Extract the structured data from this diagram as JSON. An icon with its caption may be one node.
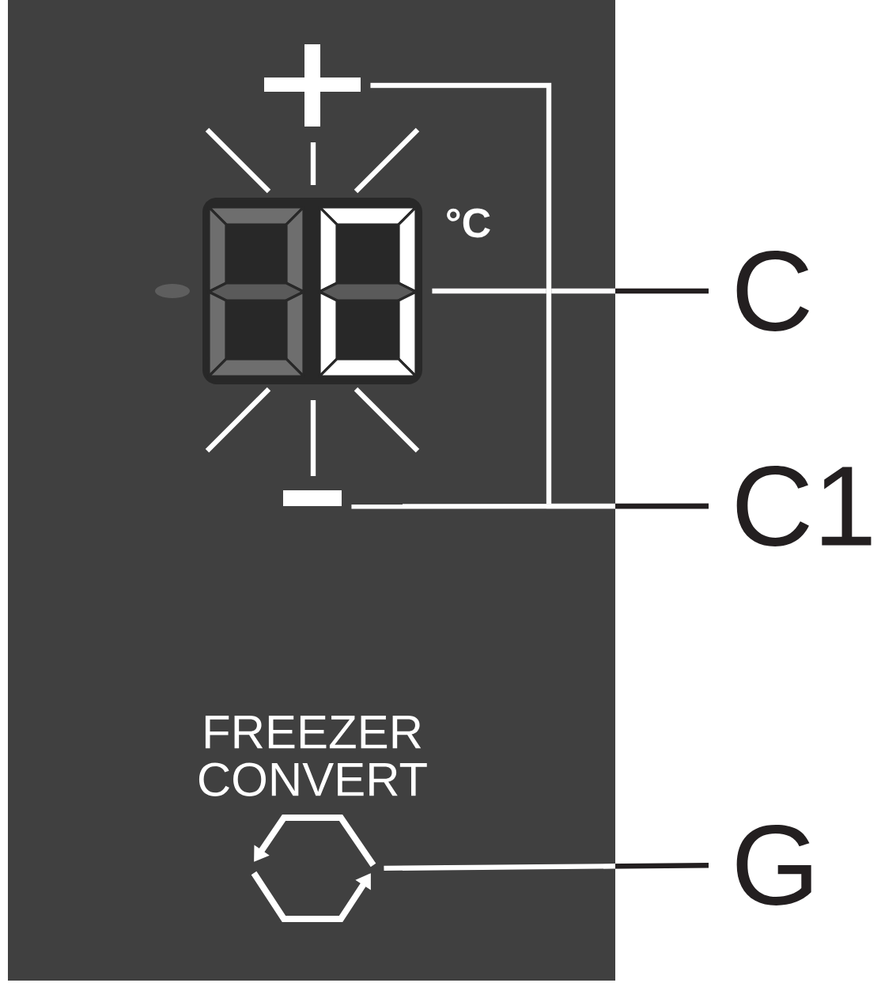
{
  "diagram": {
    "nodes": [
      {
        "text": [],
        "shape": "box"
      },
      {
        "text": [],
        "shape": "plus",
        "in": 0
      },
      {
        "text": [],
        "shape": "display",
        "in": 0,
        "beside": [
          "°C"
        ]
      },
      {
        "text": [
          "C"
        ]
      },
      {
        "text": [],
        "shape": "minus",
        "in": 0
      },
      {
        "text": [
          "C1"
        ]
      },
      {
        "text": [],
        "shape": "hexagon",
        "in": 0,
        "beside": [
          "FREEZER CONVERT"
        ]
      },
      {
        "text": [
          "G"
        ]
      }
    ],
    "edges": [
      {
        "from": 3,
        "to": 2,
        "arrow": "none"
      },
      {
        "from": 5,
        "to": 1,
        "arrow": "none"
      },
      {
        "from": 5,
        "to": 4,
        "arrow": "none"
      },
      {
        "from": 7,
        "to": 6,
        "arrow": "none"
      }
    ]
  }
}
